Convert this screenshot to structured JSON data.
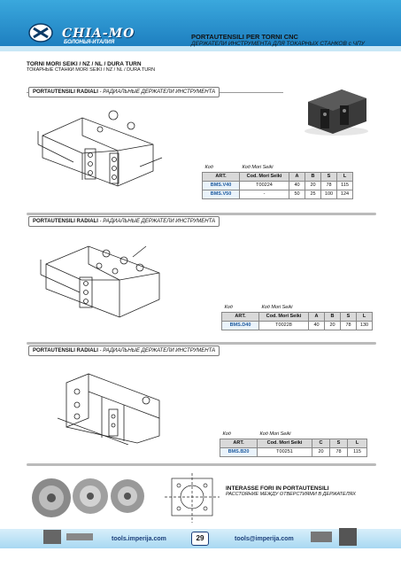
{
  "header": {
    "brand": "CHIA-MO",
    "brand_sub": "БОЛОНЬЯ-ИТАЛИЯ",
    "title": "PORTAUTENSILI PER TORNI CNC",
    "subtitle": "ДЕРЖАТЕЛИ ИНСТРУМЕНТА ДЛЯ ТОКАРНЫХ СТАНКОВ с ЧПУ"
  },
  "category": {
    "line1": "TORNI MORI SEIKI / NZ / NL / DURA TURN",
    "line2": "ТОКАРНЫЕ СТАНКИ MORI SEIKI / NZ / NL / DURA TURN"
  },
  "sections": [
    {
      "label_it": "PORTAUTENSILI RADIALI",
      "label_ru": " - РАДИАЛЬНЫЕ ДЕРЖАТЕЛИ ИНСТРУМЕНТА",
      "table": {
        "labels": [
          "Код",
          "Код Mori Seiki"
        ],
        "headers": [
          "ART.",
          "Cod. Mori Seiki",
          "A",
          "B",
          "S",
          "L"
        ],
        "rows": [
          [
            "BMS.V40",
            "T00224",
            "40",
            "20",
            "78",
            "115"
          ],
          [
            "BMS.V50",
            "-",
            "50",
            "25",
            "100",
            "124"
          ]
        ]
      }
    },
    {
      "label_it": "PORTAUTENSILI RADIALI",
      "label_ru": " - РАДИАЛЬНЫЕ ДЕРЖАТЕЛИ ИНСТРУМЕНТА",
      "table": {
        "labels": [
          "Код",
          "Код Mori Seiki"
        ],
        "headers": [
          "ART.",
          "Cod. Mori Seiki",
          "A",
          "B",
          "S",
          "L"
        ],
        "rows": [
          [
            "BMS.D40",
            "T00228",
            "40",
            "20",
            "78",
            "130"
          ]
        ]
      }
    },
    {
      "label_it": "PORTAUTENSILI RADIALI",
      "label_ru": " - РАДИАЛЬНЫЕ ДЕРЖАТЕЛИ ИНСТРУМЕНТА",
      "table": {
        "labels": [
          "Код",
          "Код Mori Seiki"
        ],
        "headers": [
          "ART.",
          "Cod. Mori Seiki",
          "C",
          "S",
          "L"
        ],
        "rows": [
          [
            "BMS.B20",
            "T00251",
            "20",
            "78",
            "115"
          ]
        ]
      }
    }
  ],
  "interasse": {
    "title": "INTERASSE FORI IN PORTAUTENSILI",
    "subtitle": "РАССТОЯНИЕ МЕЖДУ ОТВЕРСТИЯМИ В ДЕРЖАТЕЛЯХ"
  },
  "footer": {
    "left": "tools.imperija.com",
    "page": "29",
    "right": "tools@imperija.com"
  },
  "colors": {
    "header_blue": "#1e7fc0",
    "footer_blue": "#a8d8f2",
    "text_blue": "#1c3f7a"
  }
}
